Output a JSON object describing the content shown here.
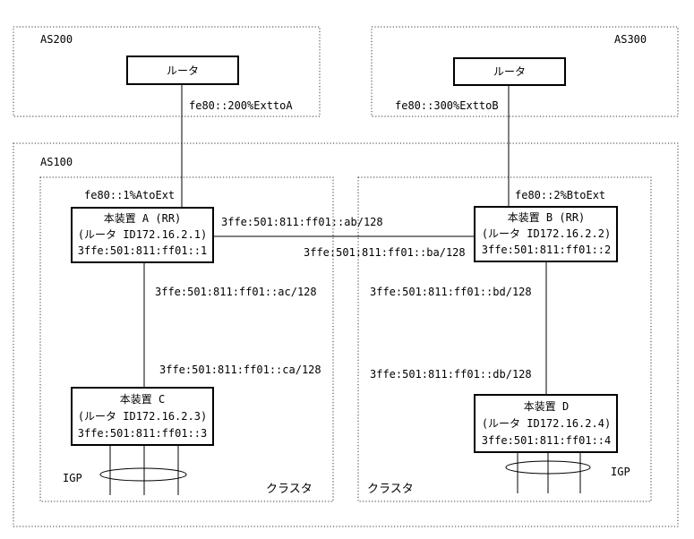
{
  "regions": {
    "as200": "AS200",
    "as300": "AS300",
    "as100": "AS100",
    "cluster_left": "クラスタ",
    "cluster_right": "クラスタ"
  },
  "nodes": {
    "router_as200": {
      "line1": "ルータ"
    },
    "router_as300": {
      "line1": "ルータ"
    },
    "device_a": {
      "line1": "本装置 A (RR)",
      "line2": "(ルータ ID172.16.2.1)",
      "line3": "3ffe:501:811:ff01::1"
    },
    "device_b": {
      "line1": "本装置 B (RR)",
      "line2": "(ルータ ID172.16.2.2)",
      "line3": "3ffe:501:811:ff01::2"
    },
    "device_c": {
      "line1": "本装置 C",
      "line2": "(ルータ ID172.16.2.3)",
      "line3": "3ffe:501:811:ff01::3"
    },
    "device_d": {
      "line1": "本装置 D",
      "line2": "(ルータ ID172.16.2.4)",
      "line3": "3ffe:501:811:ff01::4"
    }
  },
  "links": {
    "as200_router": "fe80::200%ExttoA",
    "as300_router": "fe80::300%ExttoB",
    "a_ext": "fe80::1%AtoExt",
    "b_ext": "fe80::2%BtoExt",
    "a_to_b": "3ffe:501:811:ff01::ab/128",
    "b_to_a": "3ffe:501:811:ff01::ba/128",
    "a_to_c": "3ffe:501:811:ff01::ac/128",
    "c_to_a": "3ffe:501:811:ff01::ca/128",
    "b_to_d": "3ffe:501:811:ff01::bd/128",
    "d_to_b": "3ffe:501:811:ff01::db/128"
  },
  "igp": {
    "left": "IGP",
    "right": "IGP"
  }
}
